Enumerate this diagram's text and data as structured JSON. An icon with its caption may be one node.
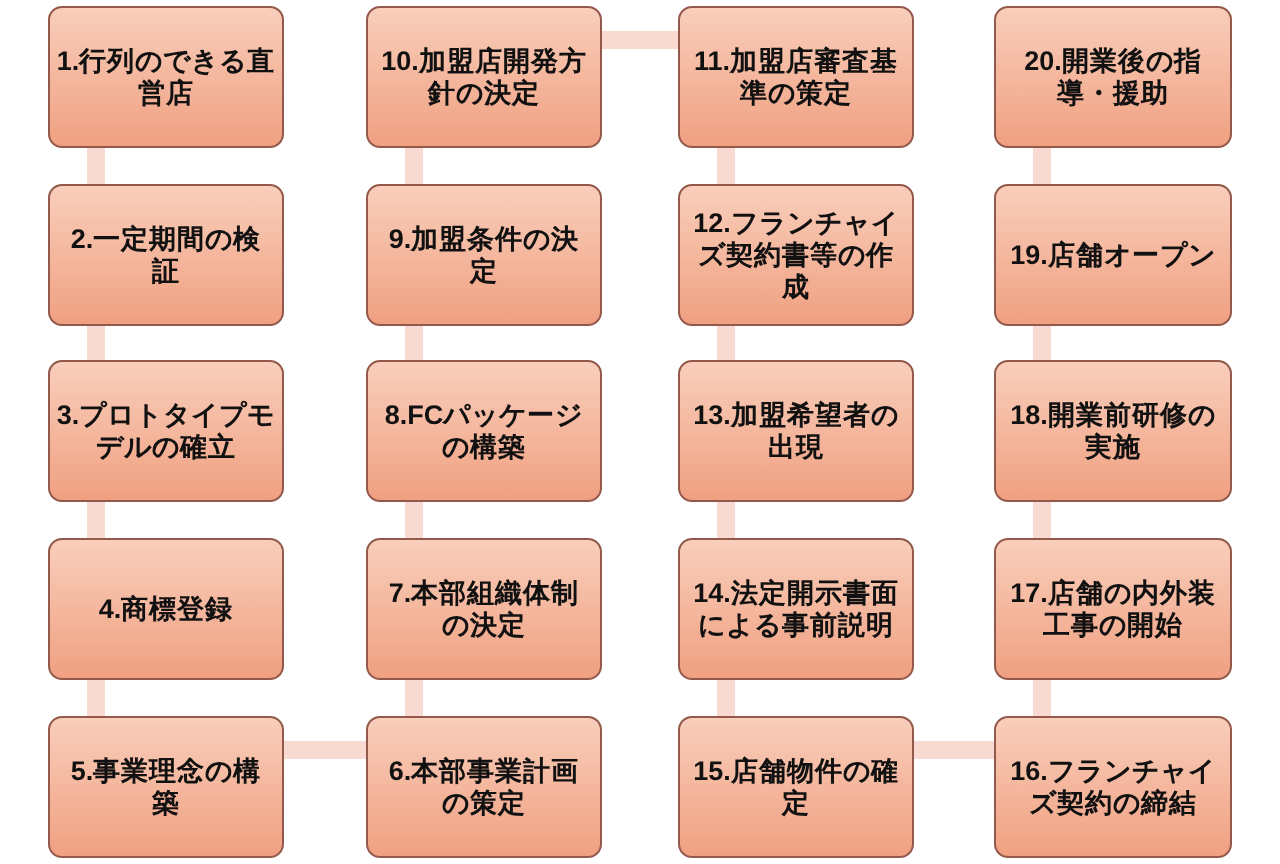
{
  "diagram": {
    "nodes": [
      {
        "text": [
          "1.行列のできる直営店"
        ]
      },
      {
        "text": [
          "2.一定期間の検証"
        ]
      },
      {
        "text": [
          "3.プロトタイプモデルの確立"
        ]
      },
      {
        "text": [
          "4.商標登録"
        ]
      },
      {
        "text": [
          "5.事業理念の構築"
        ]
      },
      {
        "text": [
          "6.本部事業計画の策定"
        ]
      },
      {
        "text": [
          "7.本部組織体制の決定"
        ]
      },
      {
        "text": [
          "8.FCパッケージの構築"
        ]
      },
      {
        "text": [
          "9.加盟条件の決定"
        ]
      },
      {
        "text": [
          "10.加盟店開発方針の決定"
        ]
      },
      {
        "text": [
          "11.加盟店審査基準の策定"
        ]
      },
      {
        "text": [
          "12.フランチャイズ契約書等の作成"
        ]
      },
      {
        "text": [
          "13.加盟希望者の出現"
        ]
      },
      {
        "text": [
          "14.法定開示書面による事前説明"
        ]
      },
      {
        "text": [
          "15.店舗物件の確定"
        ]
      },
      {
        "text": [
          "16.フランチャイズ契約の締結"
        ]
      },
      {
        "text": [
          "17.店舗の内外装工事の開始"
        ]
      },
      {
        "text": [
          "18.開業前研修の実施"
        ]
      },
      {
        "text": [
          "19.店舗オープン"
        ]
      },
      {
        "text": [
          "20.開業後の指導・援助"
        ]
      }
    ],
    "edges": [
      {
        "from": 0,
        "to": 1,
        "arrow": "none"
      },
      {
        "from": 1,
        "to": 2,
        "arrow": "none"
      },
      {
        "from": 2,
        "to": 3,
        "arrow": "none"
      },
      {
        "from": 3,
        "to": 4,
        "arrow": "none"
      },
      {
        "from": 4,
        "to": 5,
        "arrow": "none"
      },
      {
        "from": 5,
        "to": 6,
        "arrow": "none"
      },
      {
        "from": 6,
        "to": 7,
        "arrow": "none"
      },
      {
        "from": 7,
        "to": 8,
        "arrow": "none"
      },
      {
        "from": 8,
        "to": 9,
        "arrow": "none"
      },
      {
        "from": 9,
        "to": 10,
        "arrow": "none"
      },
      {
        "from": 10,
        "to": 11,
        "arrow": "none"
      },
      {
        "from": 11,
        "to": 12,
        "arrow": "none"
      },
      {
        "from": 12,
        "to": 13,
        "arrow": "none"
      },
      {
        "from": 13,
        "to": 14,
        "arrow": "none"
      },
      {
        "from": 14,
        "to": 15,
        "arrow": "none"
      },
      {
        "from": 15,
        "to": 16,
        "arrow": "none"
      },
      {
        "from": 16,
        "to": 17,
        "arrow": "none"
      },
      {
        "from": 17,
        "to": 18,
        "arrow": "none"
      },
      {
        "from": 18,
        "to": 19,
        "arrow": "none"
      }
    ]
  }
}
